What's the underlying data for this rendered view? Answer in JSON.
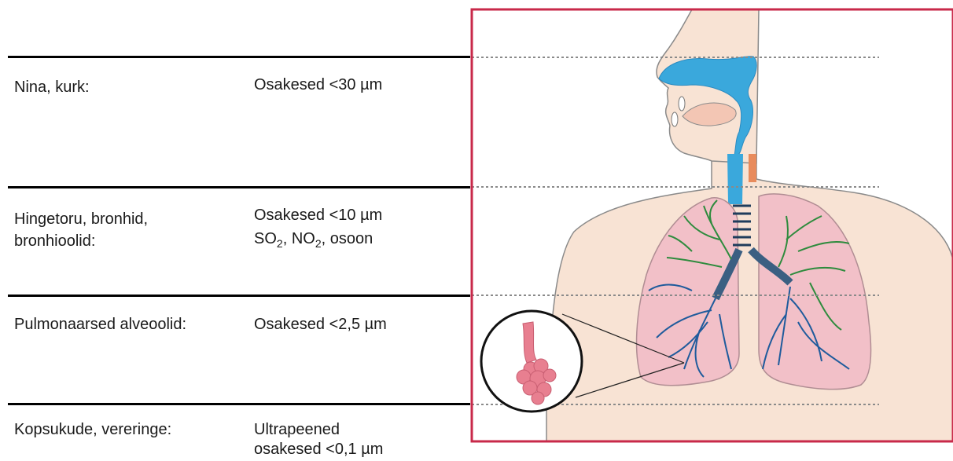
{
  "rows": [
    {
      "region": "Nina, kurk:",
      "particles": "Osakesed <30 µm"
    },
    {
      "region_line1": "Hingetoru, bronhid,",
      "region_line2": "bronhioolid:",
      "particles_line1": "Osakesed <10 µm",
      "particles_line2": {
        "so": "SO",
        "so_sub": "2",
        "sep": ", ",
        "no": "NO",
        "no_sub": "2",
        "rest": ", osoon"
      }
    },
    {
      "region": "Pulmonaarsed alveoolid:",
      "particles": "Osakesed  <2,5 µm"
    },
    {
      "region": "Kopsukude, vereringe:",
      "particles_line1": "Ultrapeened",
      "particles_line2": "osakesed <0,1 µm"
    }
  ],
  "colors": {
    "frame": "#c8294a",
    "skin": "#f8e3d4",
    "airway": "#3aa8dc",
    "lung": "#f2c0c8",
    "bronchi_green": "#2e8b3d",
    "bronchi_blue": "#1f5b9c",
    "alveoli": "#e87f90"
  }
}
